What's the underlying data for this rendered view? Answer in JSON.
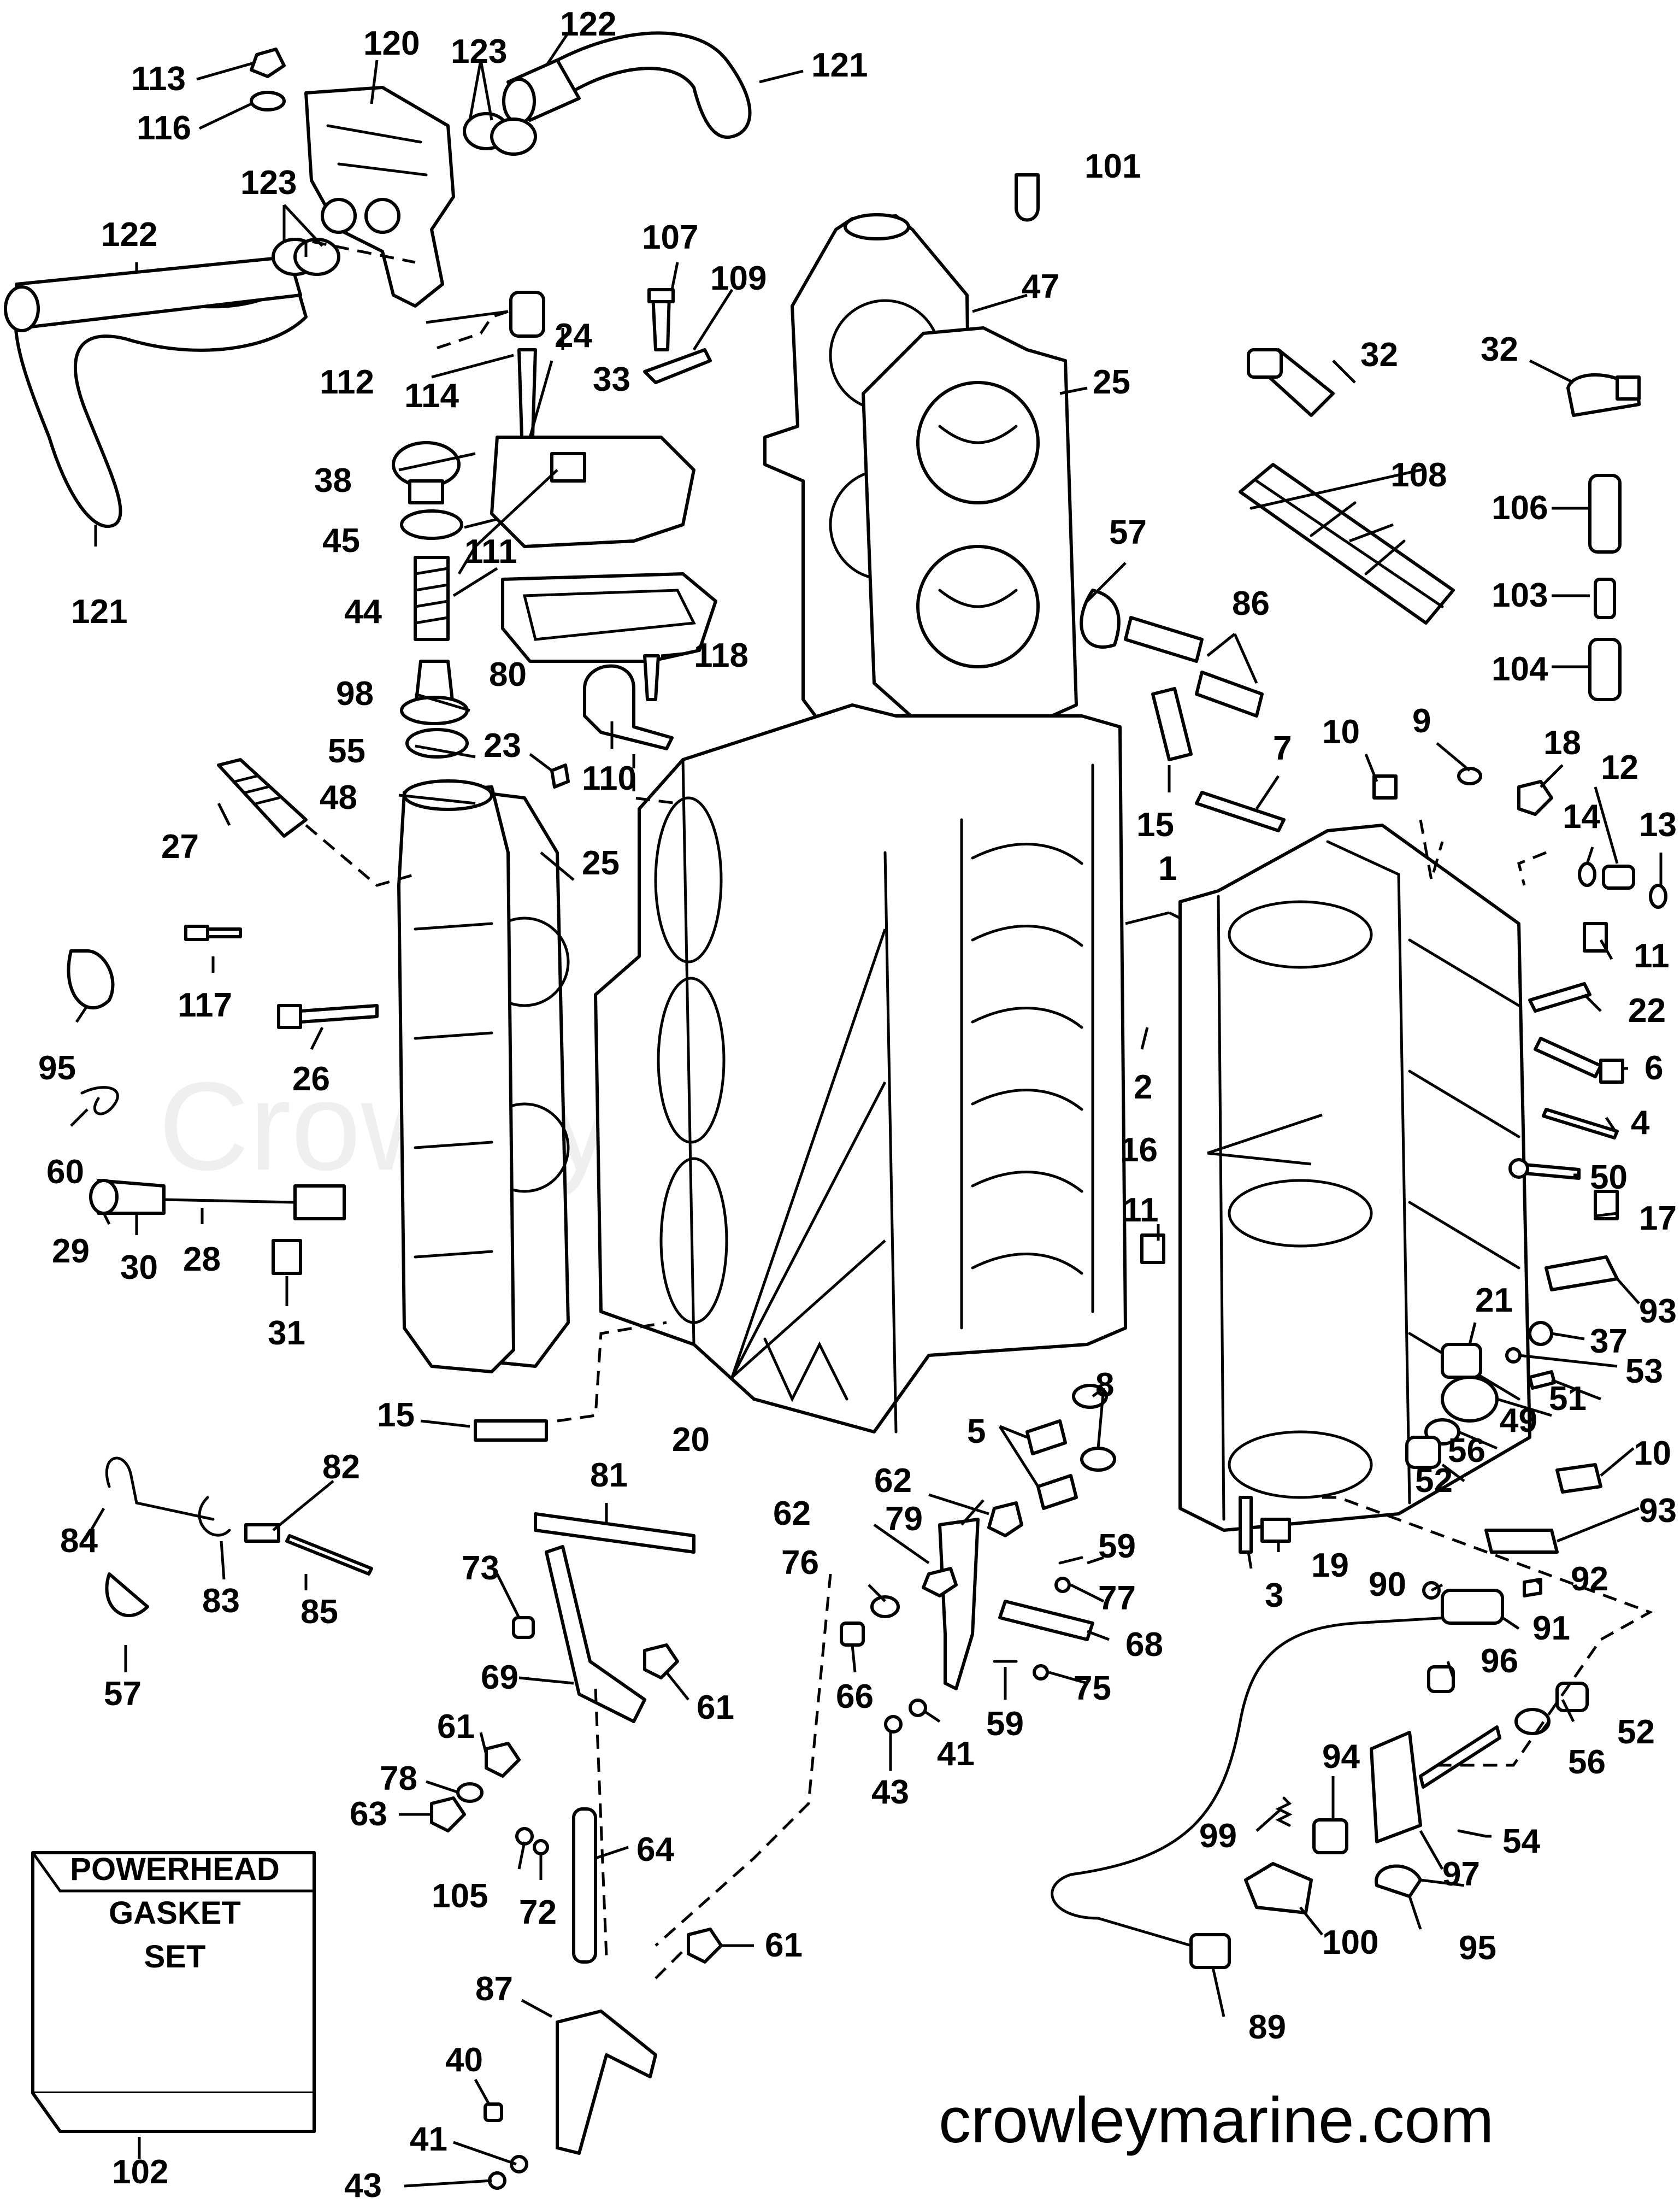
{
  "watermark": "Crowley Marine",
  "website": "crowleymarine.com",
  "gasket_box": {
    "line1": "POWERHEAD",
    "line2": "GASKET",
    "line3": "SET",
    "number": "102"
  },
  "callouts": {
    "c1": "1",
    "c2": "2",
    "c3": "3",
    "c4": "4",
    "c5": "5",
    "c6": "6",
    "c7": "7",
    "c8": "8",
    "c9": "9",
    "c10a": "10",
    "c10b": "10",
    "c11a": "11",
    "c11b": "11",
    "c12": "12",
    "c13": "13",
    "c14": "14",
    "c15a": "15",
    "c15b": "15",
    "c16": "16",
    "c17": "17",
    "c18": "18",
    "c19": "19",
    "c20": "20",
    "c21": "21",
    "c22": "22",
    "c23": "23",
    "c24": "24",
    "c25a": "25",
    "c25b": "25",
    "c26": "26",
    "c27": "27",
    "c28": "28",
    "c29": "29",
    "c30": "30",
    "c31": "31",
    "c32a": "32",
    "c32b": "32",
    "c33": "33",
    "c37": "37",
    "c38": "38",
    "c40": "40",
    "c41a": "41",
    "c41b": "41",
    "c43a": "43",
    "c43b": "43",
    "c44": "44",
    "c45": "45",
    "c47": "47",
    "c48": "48",
    "c49": "49",
    "c50": "50",
    "c51": "51",
    "c52a": "52",
    "c52b": "52",
    "c53": "53",
    "c54": "54",
    "c55": "55",
    "c56a": "56",
    "c56b": "56",
    "c57a": "57",
    "c57b": "57",
    "c59a": "59",
    "c59b": "59",
    "c60": "60",
    "c61a": "61",
    "c61b": "61",
    "c61c": "61",
    "c62a": "62",
    "c62b": "62",
    "c63": "63",
    "c64": "64",
    "c66": "66",
    "c68": "68",
    "c69": "69",
    "c72": "72",
    "c73": "73",
    "c75": "75",
    "c76": "76",
    "c77": "77",
    "c78": "78",
    "c79": "79",
    "c80": "80",
    "c81": "81",
    "c82": "82",
    "c83": "83",
    "c84": "84",
    "c85": "85",
    "c86": "86",
    "c87": "87",
    "c89": "89",
    "c90": "90",
    "c91": "91",
    "c92": "92",
    "c93a": "93",
    "c93b": "93",
    "c94": "94",
    "c95a": "95",
    "c95b": "95",
    "c96": "96",
    "c97": "97",
    "c98": "98",
    "c99": "99",
    "c100": "100",
    "c101": "101",
    "c103": "103",
    "c104": "104",
    "c105": "105",
    "c106": "106",
    "c107": "107",
    "c108": "108",
    "c109": "109",
    "c110": "110",
    "c111": "111",
    "c112": "112",
    "c113": "113",
    "c114": "114",
    "c116": "116",
    "c117": "117",
    "c118": "118",
    "c120": "120",
    "c121a": "121",
    "c121b": "121",
    "c122a": "122",
    "c122b": "122",
    "c123a": "123",
    "c123b": "123"
  }
}
